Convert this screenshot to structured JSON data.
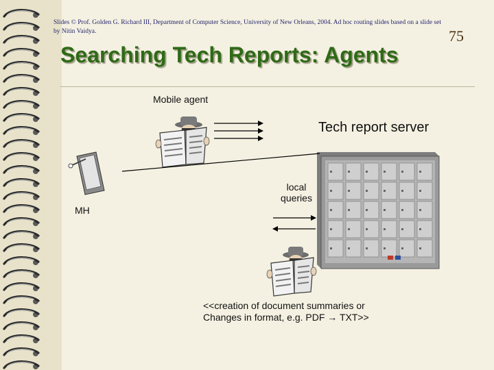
{
  "header": {
    "credit_line1": "Slides © Prof. Golden G. Richard III, Department of Computer Science, University of New Orleans, 2004. Ad hoc routing slides based on a slide set",
    "credit_line2": "by Nitin Vaidya.",
    "slide_number": "75"
  },
  "title": "Searching Tech Reports: Agents",
  "diagram": {
    "mobile_agent_label": "Mobile agent",
    "server_label": "Tech report server",
    "mh_label": "MH",
    "local_queries_line1": "local",
    "local_queries_line2": "queries",
    "note_line1": "<<creation of document summaries or",
    "note_line2": "Changes in format, e.g. PDF → TXT>>"
  },
  "colors": {
    "background": "#f4f1e2",
    "title": "#2f6a17",
    "credit": "#1f1f6b"
  }
}
